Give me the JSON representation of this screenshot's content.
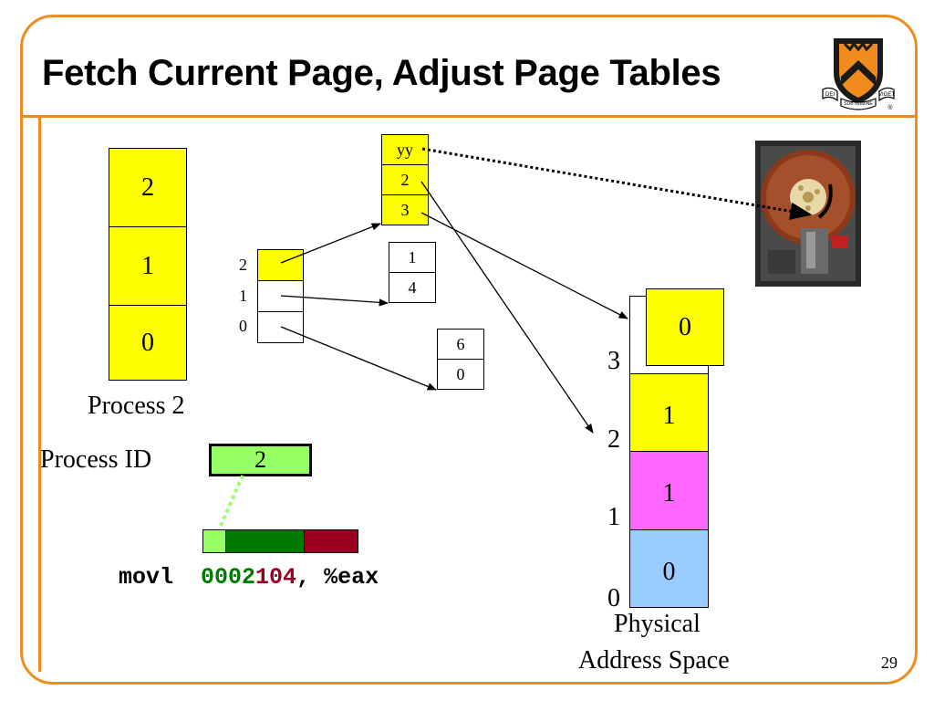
{
  "slide": {
    "title": "Fetch Current Page, Adjust Page Tables",
    "page_number": "29"
  },
  "process_mem": {
    "caption": "Process 2",
    "pages": [
      "2",
      "1",
      "0"
    ]
  },
  "outer_table": {
    "indices": [
      "2",
      "1",
      "0"
    ]
  },
  "top_table": {
    "entries": [
      "yy",
      "2",
      "3"
    ]
  },
  "table_b": {
    "entries": [
      "1",
      "4"
    ]
  },
  "table_c": {
    "entries": [
      "6",
      "0"
    ]
  },
  "process_id": {
    "label": "Process ID",
    "value": "2"
  },
  "address_bar": {
    "colors": [
      "#99ff66",
      "#007a00",
      "#990022"
    ]
  },
  "instruction": {
    "opcode": "movl",
    "addr_part1": "0002",
    "addr_part2": "104",
    "operand": ", %eax",
    "colors": {
      "part1": "#007a00",
      "part2": "#990022"
    }
  },
  "physical": {
    "frame_labels": [
      "3",
      "2",
      "1",
      "0"
    ],
    "frames": [
      "0",
      "1",
      "1",
      "0"
    ],
    "caption_line1": "Physical",
    "caption_line2": "Address Space"
  },
  "disk": {
    "icon": "hard-disk-icon"
  },
  "logo": {
    "icon": "princeton-shield-icon",
    "motto_left": "DEI",
    "motto_center": "SUB NUMINE",
    "motto_right": "VIGET"
  }
}
